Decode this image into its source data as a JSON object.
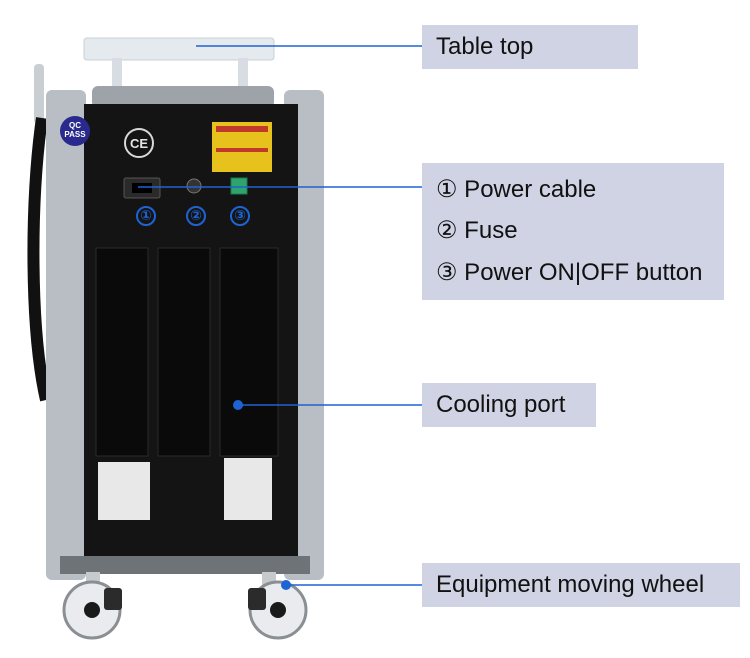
{
  "callouts": {
    "table_top": "Table top",
    "power": [
      "① Power cable",
      "② Fuse",
      "③ Power ON|OFF button"
    ],
    "cooling_port": "Cooling port",
    "wheel": "Equipment moving wheel"
  },
  "markers": [
    "①",
    "②",
    "③"
  ],
  "badge": {
    "line1": "QC",
    "line2": "PASS"
  },
  "ce_mark": "CE",
  "colors": {
    "callout_bg": "#cfd3e3",
    "leader_line": "#1e63d4",
    "cabinet": "#141414",
    "frame": "#b9bdc4",
    "caution_label": "#e8c21c"
  }
}
